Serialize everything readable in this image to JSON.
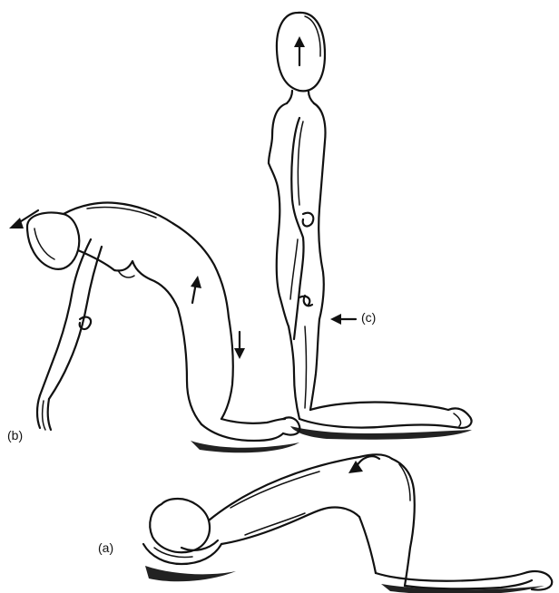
{
  "labels": {
    "a": "(a)",
    "b": "(b)",
    "c": "(c)"
  },
  "ink_color": "#111111",
  "background": "#ffffff"
}
